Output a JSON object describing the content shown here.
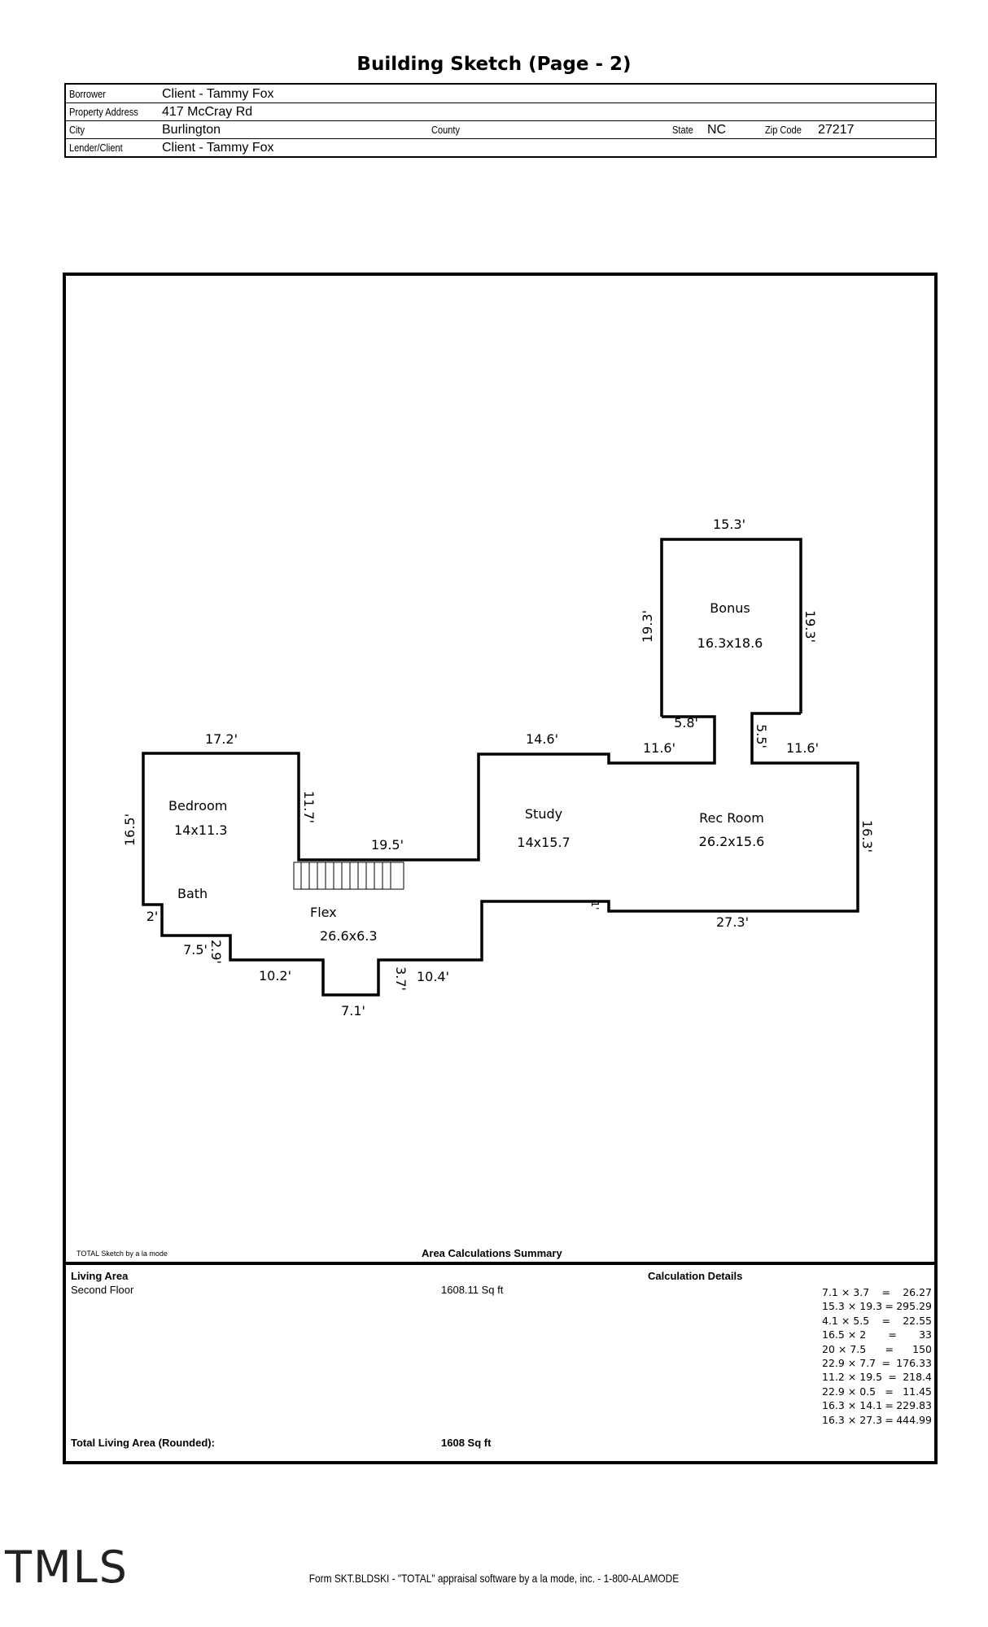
{
  "title": "Building Sketch (Page - 2)",
  "header": {
    "borrower_label": "Borrower",
    "borrower": "Client - Tammy Fox",
    "address_label": "Property Address",
    "address": "417 McCray Rd",
    "city_label": "City",
    "city": "Burlington",
    "county_label": "County",
    "county": "",
    "state_label": "State",
    "state": "NC",
    "zip_label": "Zip Code",
    "zip": "27217",
    "lender_label": "Lender/Client",
    "lender": "Client - Tammy Fox"
  },
  "rooms": {
    "bonus": {
      "name": "Bonus",
      "size": "16.3x18.6"
    },
    "bedroom": {
      "name": "Bedroom",
      "size": "14x11.3"
    },
    "bath": {
      "name": "Bath"
    },
    "flex": {
      "name": "Flex",
      "size": "26.6x6.3"
    },
    "study": {
      "name": "Study",
      "size": "14x15.7"
    },
    "rec": {
      "name": "Rec Room",
      "size": "26.2x15.6"
    }
  },
  "dims": {
    "d1": "15.3'",
    "d2": "19.3'",
    "d3": "19.3'",
    "d4": "5.8'",
    "d5": "5.5'",
    "d6": "11.6'",
    "d7": "11.6'",
    "d8": "14.6'",
    "d9": "17.2'",
    "d10": "11.7'",
    "d11": "16.5'",
    "d12": "19.5'",
    "d13": "16.3'",
    "d14": "2'",
    "d15": "7.5'",
    "d16": "2.9'",
    "d17": "10.2'",
    "d18": "7.1'",
    "d19": "3.7'",
    "d20": "10.4'",
    "d21": "1'",
    "d22": "27.3'"
  },
  "sketch_credit": "TOTAL Sketch by a la mode",
  "summary": {
    "heading": "Area Calculations Summary",
    "living_area_label": "Living Area",
    "details_label": "Calculation Details",
    "floor_label": "Second Floor",
    "floor_area": "1608.11 Sq ft",
    "total_label": "Total Living Area (Rounded):",
    "total": "1608 Sq ft",
    "calcs": [
      {
        "expr": "7.1 × 3.7",
        "eq": "=",
        "val": "26.27"
      },
      {
        "expr": "15.3 × 19.3",
        "eq": "=",
        "val": "295.29"
      },
      {
        "expr": "4.1 × 5.5",
        "eq": "=",
        "val": "22.55"
      },
      {
        "expr": "16.5 × 2",
        "eq": "=",
        "val": "33"
      },
      {
        "expr": "20 × 7.5",
        "eq": "=",
        "val": "150"
      },
      {
        "expr": "22.9 × 7.7",
        "eq": "=",
        "val": "176.33"
      },
      {
        "expr": "11.2 × 19.5",
        "eq": "=",
        "val": "218.4"
      },
      {
        "expr": "22.9 × 0.5",
        "eq": "=",
        "val": "11.45"
      },
      {
        "expr": "16.3 × 14.1",
        "eq": "=",
        "val": "229.83"
      },
      {
        "expr": "16.3 × 27.3",
        "eq": "=",
        "val": "444.99"
      }
    ]
  },
  "footer": "Form SKT.BLDSKI - \"TOTAL\" appraisal software by a la mode, inc. - 1-800-ALAMODE",
  "watermark": "TMLS"
}
